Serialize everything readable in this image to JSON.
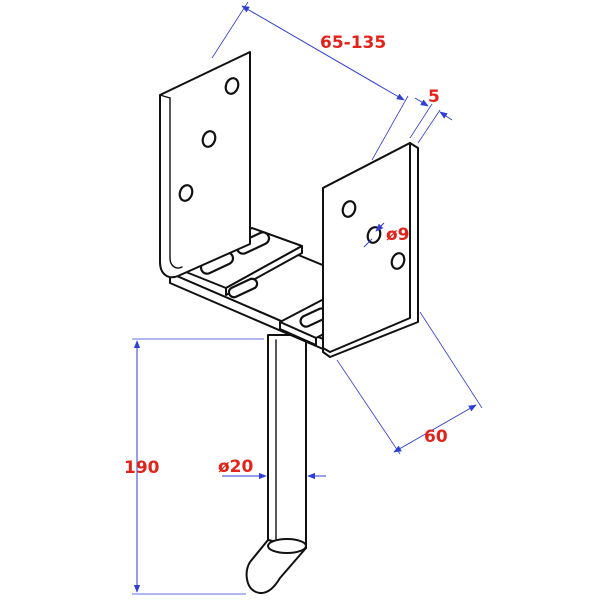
{
  "colors": {
    "dimension_text": "#e2231a",
    "dimension_line": "#2f3fd6",
    "outline": "#111111",
    "background": "#ffffff"
  },
  "dimensions": {
    "width_range": "65-135",
    "thickness": "5",
    "hole_diameter": "ø9",
    "depth": "60",
    "height": "190",
    "rod_diameter": "ø20"
  }
}
